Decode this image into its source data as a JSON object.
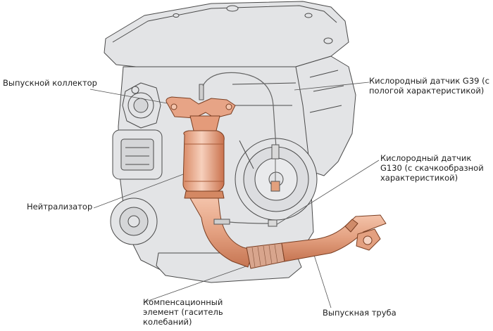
{
  "labels": {
    "exhaust_manifold": "Выпускной коллектор",
    "oxygen_sensor_g39_line1": "Кислородный датчик G39 (с",
    "oxygen_sensor_g39_line2": "пологой характеристикой)",
    "oxygen_sensor_g130_line1": "Кислородный датчик",
    "oxygen_sensor_g130_line2": "G130 (с скачкообразной",
    "oxygen_sensor_g130_line3": "характеристикой)",
    "catalytic_converter": "Нейтрализатор",
    "compensation_element_line1": "Компенсационный",
    "compensation_element_line2": "элемент (гаситель",
    "compensation_element_line3": "колебаний)",
    "exhaust_pipe": "Выпускная труба"
  },
  "colors": {
    "engine_fill": "#e3e4e6",
    "engine_stroke": "#4a4a4a",
    "exhaust_fill": "#e8a888",
    "exhaust_stroke": "#7a3e22",
    "leader_line": "#555555"
  }
}
